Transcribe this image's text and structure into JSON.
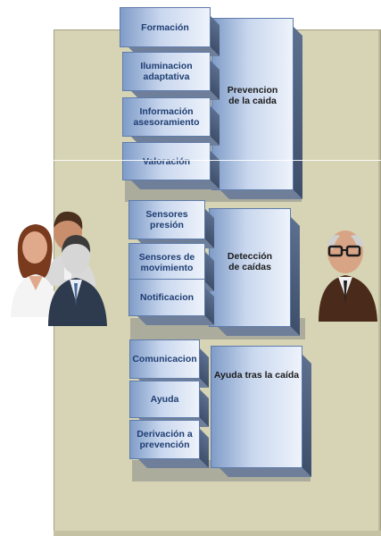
{
  "group1": {
    "label": "Prevencion\nde la caida",
    "items": [
      "Formación",
      "Iluminacion\nadaptativa",
      "Información\nasesoramiento",
      "Valoración"
    ]
  },
  "group2": {
    "label": "Detección\nde caídas",
    "items": [
      "Sensores\npresión",
      "Sensores de\nmovimiento",
      "Notificacion"
    ]
  },
  "group3": {
    "label": "Ayuda tras la caída",
    "items": [
      "Comunicacion",
      "Ayuda",
      "Derivación a\nprevención"
    ]
  },
  "icons": {
    "left": "caregivers-group-icon",
    "right": "elderly-man-icon"
  },
  "colors": {
    "panel": "#d6d4b4",
    "box_dark": "#7f9cc8",
    "box_light": "#eef3fb",
    "label": "#1f3e73"
  }
}
